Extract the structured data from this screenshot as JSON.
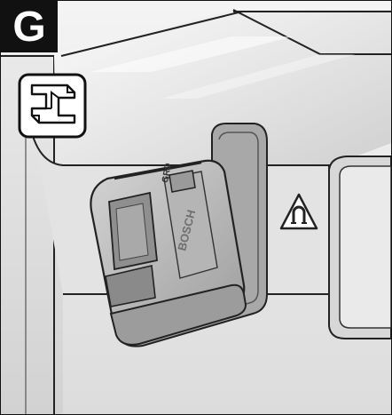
{
  "figure": {
    "label": "G",
    "icons": {
      "badge": "figure-label",
      "beam": "steel-i-beam-icon",
      "warning": "magnet-warning-icon"
    },
    "product": {
      "brand": "BOSCH",
      "button_label": "GRD"
    },
    "colors": {
      "badge_bg": "#111111",
      "outline": "#222222",
      "device": "#bfbfbf",
      "bracket": "#a8a8a8"
    }
  }
}
